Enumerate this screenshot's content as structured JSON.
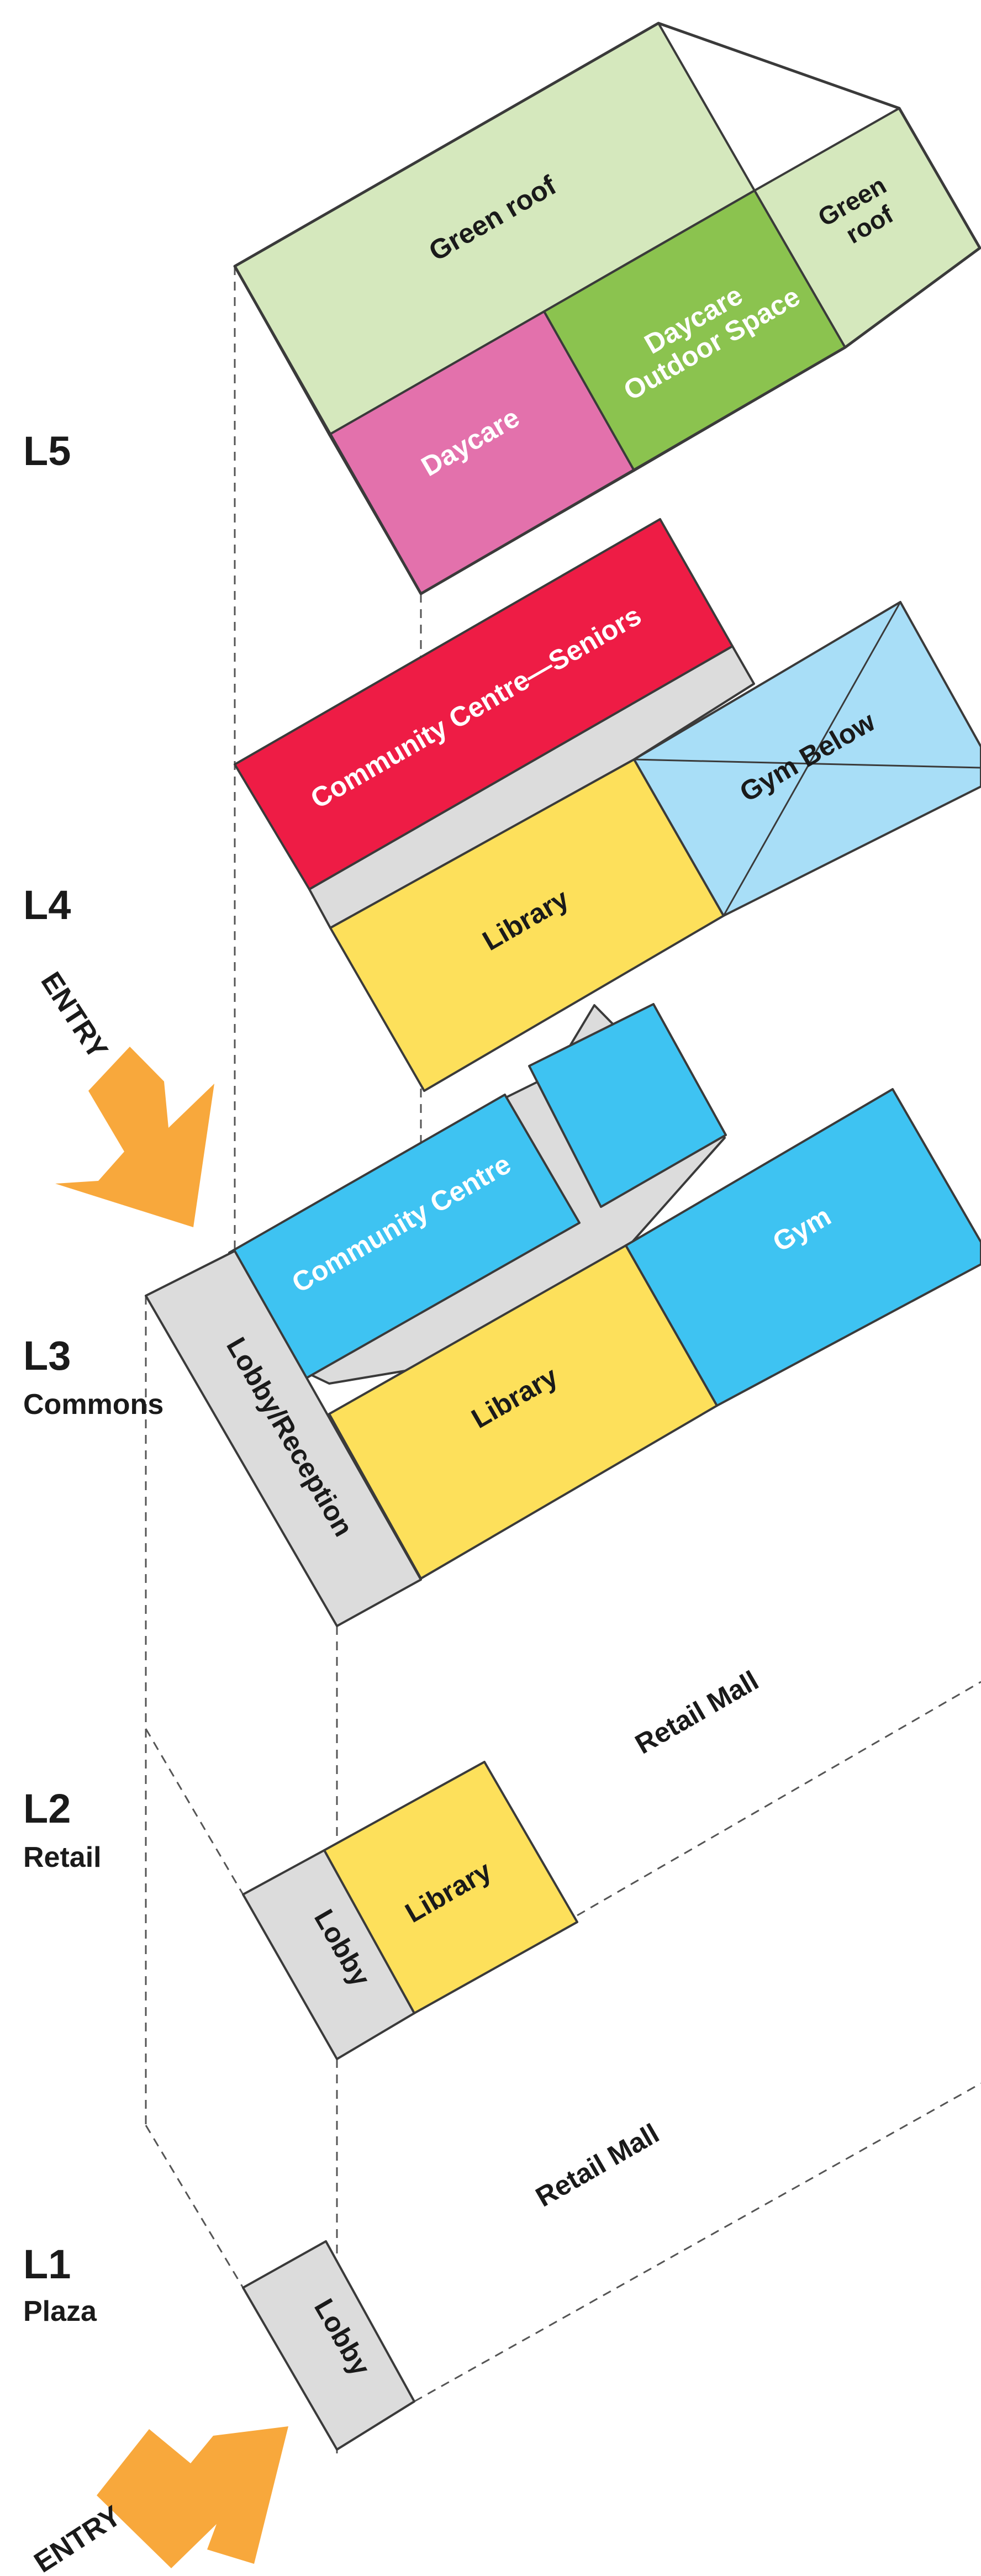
{
  "colors": {
    "green_roof": "#d5e8bd",
    "daycare": "#e371ac",
    "daycare_outdoor": "#8bc34f",
    "seniors": "#ee1c45",
    "circulation": "#dcdcdc",
    "library": "#fde05b",
    "gym_below": "#a8def7",
    "community": "#3ec3f2",
    "arrow": "#f8a83c",
    "outline": "#3a3a3a"
  },
  "levels": [
    {
      "id": "L5",
      "name": "L5",
      "subtitle": ""
    },
    {
      "id": "L4",
      "name": "L4",
      "subtitle": ""
    },
    {
      "id": "L3",
      "name": "L3",
      "subtitle": "Commons"
    },
    {
      "id": "L2",
      "name": "L2",
      "subtitle": "Retail"
    },
    {
      "id": "L1",
      "name": "L1",
      "subtitle": "Plaza"
    }
  ],
  "spaces": {
    "l5_green_roof_main": "Green roof",
    "l5_green_roof_side_line1": "Green",
    "l5_green_roof_side_line2": "roof",
    "l5_daycare": "Daycare",
    "l5_daycare_outdoor_line1": "Daycare",
    "l5_daycare_outdoor_line2": "Outdoor Space",
    "l4_seniors": "Community Centre—Seniors",
    "l4_library": "Library",
    "l4_gym_below": "Gym Below",
    "l3_community_centre": "Community Centre",
    "l3_gym": "Gym",
    "l3_library": "Library",
    "l3_lobby": "Lobby/Reception",
    "l2_library": "Library",
    "l2_lobby": "Lobby",
    "l2_retail": "Retail Mall",
    "l1_lobby": "Lobby",
    "l1_retail": "Retail Mall"
  },
  "entries": {
    "upper": "ENTRY",
    "lower": "ENTRY"
  }
}
